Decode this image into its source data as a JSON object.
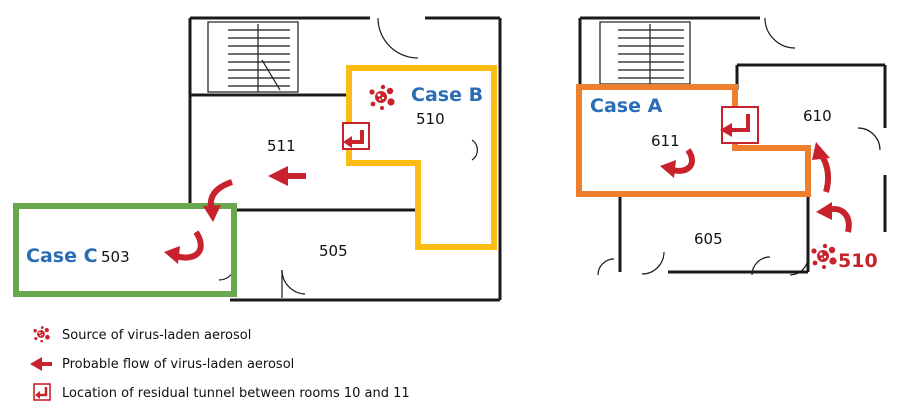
{
  "left_plan": {
    "rooms": {
      "r511": "511",
      "r510": "510",
      "r503": "503",
      "r505": "505"
    },
    "cases": {
      "caseB": "Case B",
      "caseC": "Case C"
    }
  },
  "right_plan": {
    "rooms": {
      "r611": "611",
      "r610": "610",
      "r605": "605"
    },
    "cases": {
      "caseA": "Case A"
    },
    "source_room": "510"
  },
  "legend": {
    "source": "Source of virus-laden aerosol",
    "flow": "Probable flow of virus-laden aerosol",
    "tunnel": "Location of residual tunnel between rooms 10 and 11"
  },
  "colors": {
    "caseA": "#ee7f2d",
    "caseB": "#fbbd13",
    "caseC": "#6aa84f",
    "aerosol": "#c8232c",
    "case_label": "#2a6db5"
  },
  "icons": {
    "source": "virus-cluster-icon",
    "flow": "arrow-left-icon",
    "tunnel": "tunnel-marker-icon"
  }
}
